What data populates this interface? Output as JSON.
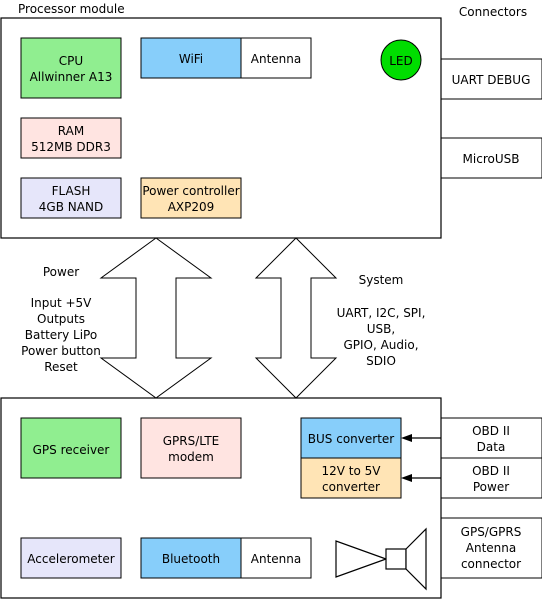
{
  "labels": {
    "processor_module": "Processor module",
    "connectors": "Connectors",
    "power_heading": "Power",
    "power_lines": [
      "Input +5V",
      "Outputs",
      "Battery LiPo",
      "Power button",
      "Reset"
    ],
    "system_heading": "System",
    "system_lines": [
      "UART, I2C, SPI,",
      "USB,",
      "GPIO, Audio,",
      "SDIO"
    ]
  },
  "processor": {
    "cpu": [
      "CPU",
      "Allwinner A13"
    ],
    "wifi": "WiFi",
    "wifi_antenna": "Antenna",
    "led": "LED",
    "ram": [
      "RAM",
      "512MB DDR3"
    ],
    "flash": [
      "FLASH",
      "4GB NAND"
    ],
    "power_controller": [
      "Power controller",
      "AXP209"
    ]
  },
  "connectors_top": {
    "uart_debug": "UART DEBUG",
    "microusb": "MicroUSB"
  },
  "bottom": {
    "gps": "GPS receiver",
    "gprs": [
      "GPRS/LTE",
      "modem"
    ],
    "bus_converter": "BUS converter",
    "dc_converter": [
      "12V to 5V",
      "converter"
    ],
    "accelerometer": "Accelerometer",
    "bluetooth": "Bluetooth",
    "bt_antenna": "Antenna"
  },
  "connectors_bottom": {
    "obd_data": [
      "OBD II",
      "Data"
    ],
    "obd_power": [
      "OBD II",
      "Power"
    ],
    "gps_antenna": [
      "GPS/GPRS",
      "Antenna",
      "connector"
    ]
  },
  "colors": {
    "cpu": "#90ee90",
    "wifi": "#87cefa",
    "led": "#00dd00",
    "ram": "#ffe4e1",
    "flash": "#e6e6fa",
    "power_controller": "#ffe4b5",
    "gps": "#90ee90",
    "gprs": "#ffe4e1",
    "bus_converter": "#87cefa",
    "dc_converter": "#ffe4b5",
    "accelerometer": "#e6e6fa",
    "bluetooth": "#87cefa"
  }
}
